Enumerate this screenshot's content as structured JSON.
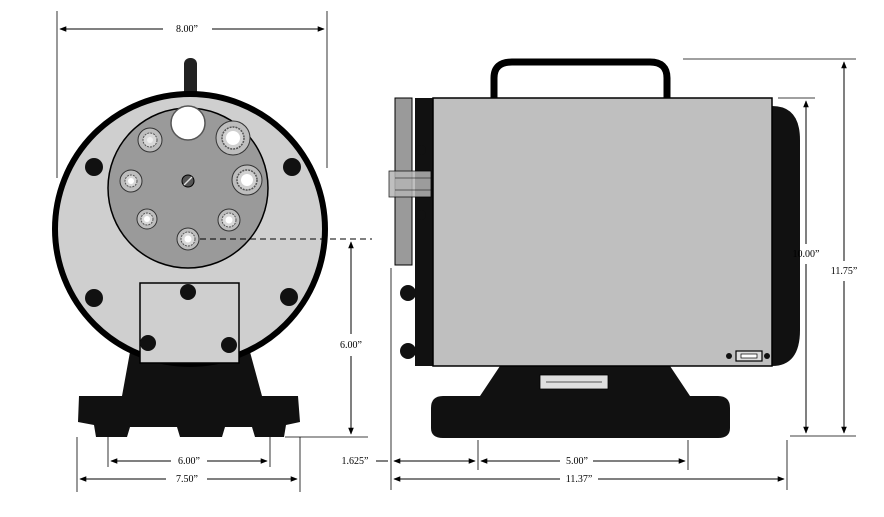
{
  "dimensions": {
    "front_width": "8.00”",
    "center_height": "6.00”",
    "base_inner_width": "6.00”",
    "base_outer_width": "7.50”",
    "box_height": "10.00”",
    "overall_height": "11.75”",
    "wheel_offset": "1.625”",
    "foot_spacing": "5.00”",
    "overall_depth": "11.37”"
  },
  "colors": {
    "outline": "#000000",
    "body_gray": "#c8c8c8",
    "wheel_gray": "#999999",
    "box_gray": "#bdbdbd",
    "dark": "#111111"
  }
}
